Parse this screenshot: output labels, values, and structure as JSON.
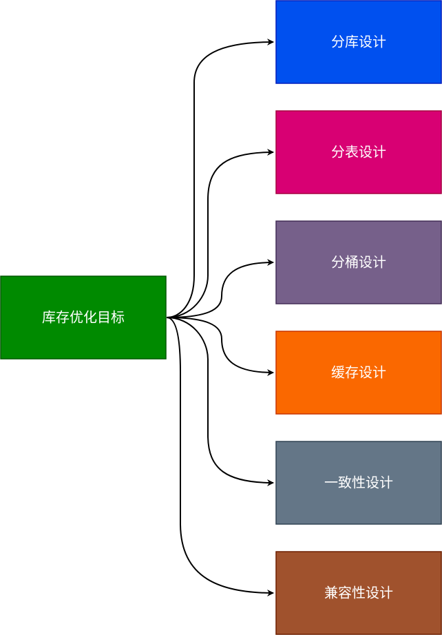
{
  "diagram": {
    "root": {
      "label": "库存优化目标",
      "color": "#008a00",
      "border": "#005700"
    },
    "children": [
      {
        "label": "分库设计",
        "color": "#0050ef",
        "border": "#001dbc"
      },
      {
        "label": "分表设计",
        "color": "#d80073",
        "border": "#a50040"
      },
      {
        "label": "分桶设计",
        "color": "#76608a",
        "border": "#432d57"
      },
      {
        "label": "缓存设计",
        "color": "#fa6800",
        "border": "#c73500"
      },
      {
        "label": "一致性设计",
        "color": "#647687",
        "border": "#314354"
      },
      {
        "label": "兼容性设计",
        "color": "#a0522d",
        "border": "#6d1f00"
      }
    ]
  }
}
